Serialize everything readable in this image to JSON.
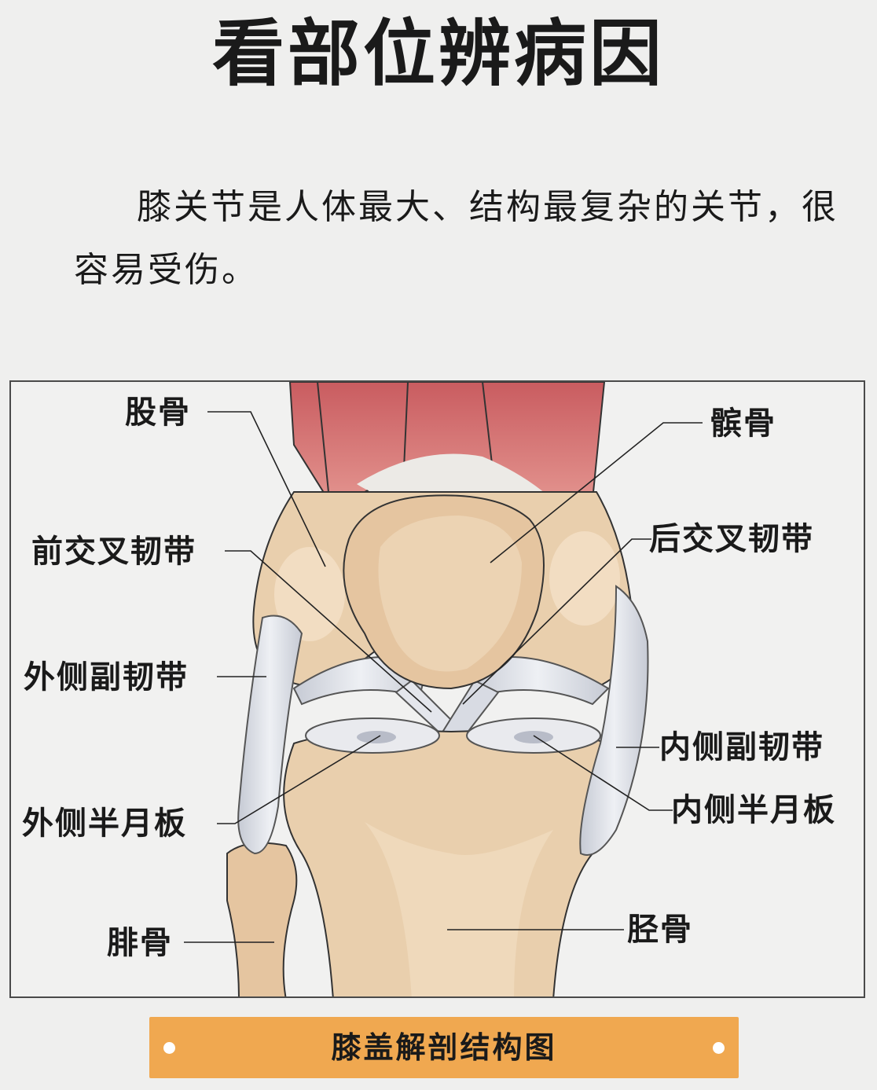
{
  "title": "看部位辨病因",
  "intro": "膝关节是人体最大、结构最复杂的关节，很容易受伤。",
  "labels": {
    "femur": "股骨",
    "patella": "髌骨",
    "acl": "前交叉韧带",
    "pcl": "后交叉韧带",
    "lateral_collateral": "外侧副韧带",
    "medial_collateral": "内侧副韧带",
    "lateral_meniscus": "外侧半月板",
    "medial_meniscus": "内侧半月板",
    "fibula": "腓骨",
    "tibia": "胫骨"
  },
  "caption": "膝盖解剖结构图",
  "colors": {
    "bone": "#e9cfad",
    "bone_shadow": "#d6b48d",
    "muscle": "#d9787a",
    "ligament": "#d5d8e0",
    "caption_bar": "#f0a850"
  }
}
